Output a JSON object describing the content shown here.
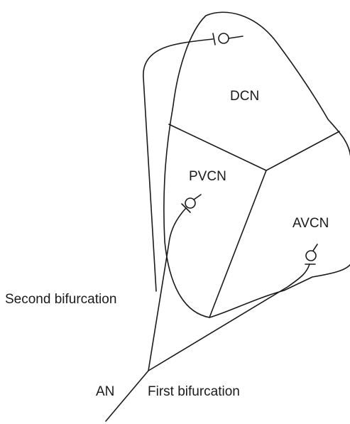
{
  "labels": {
    "dcn": "DCN",
    "pvcn": "PVCN",
    "avcn": "AVCN",
    "second_bifurcation": "Second bifurcation",
    "an": "AN",
    "first_bifurcation": "First bifurcation"
  },
  "colors": {
    "line": "#1a1a1a",
    "background": "#ffffff"
  }
}
